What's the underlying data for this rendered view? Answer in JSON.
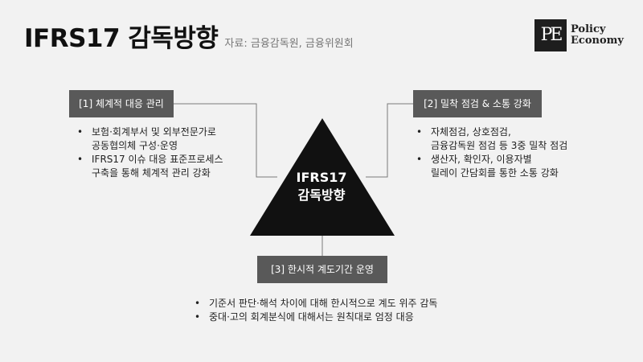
{
  "header": {
    "title": "IFRS17 감독방향",
    "source": "자료: 금융감독원, 금융위원회"
  },
  "logo": {
    "mark": "PE",
    "line1": "Policy",
    "line2": "Economy"
  },
  "center": {
    "line1": "IFRS17",
    "line2": "감독방향"
  },
  "sections": [
    {
      "label": "[1] 체계적 대응 관리",
      "bullets": [
        "보험·회계부서 및 외부전문가로\n공동협의체 구성·운영",
        "IFRS17 이슈 대응 표준프로세스\n구축을 통해 체계적 관리 강화"
      ]
    },
    {
      "label": "[2] 밀착 점검 & 소통 강화",
      "bullets": [
        "자체점검, 상호점검,\n금융감독원 점검 등 3중 밀착 점검",
        "생산자, 확인자, 이용자별\n릴레이 간담회를 통한 소통 강화"
      ]
    },
    {
      "label": "[3] 한시적 계도기간 운영",
      "bullets": [
        "기준서 판단·해석 차이에 대해 한시적으로 계도 위주 감독",
        "중대·고의 회계분식에 대해서는 원칙대로 엄정 대응"
      ]
    }
  ],
  "colors": {
    "background": "#f2f2f2",
    "box": "#595959",
    "triangle": "#111111",
    "connector": "#7a7a7a"
  }
}
